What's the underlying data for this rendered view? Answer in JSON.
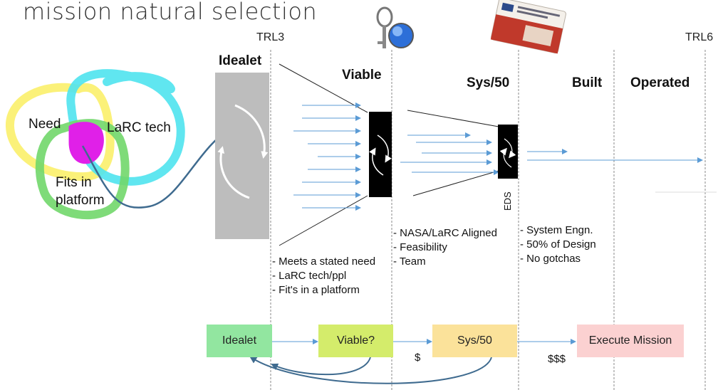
{
  "title": "mission natural selection",
  "trl": {
    "left": "TRL3",
    "right": "TRL6"
  },
  "stages": [
    {
      "label": "Idealet"
    },
    {
      "label": "Viable"
    },
    {
      "label": "Sys/50"
    },
    {
      "label": "Built"
    },
    {
      "label": "Operated"
    }
  ],
  "venn": {
    "need": "Need",
    "tech": "LaRC tech",
    "fits_line1": "Fits in",
    "fits_line2": "platform"
  },
  "eds_label": "EDS",
  "criteria": {
    "viable": [
      "- Meets a stated need",
      "- LaRC tech/ppl",
      "- Fit's in a platform"
    ],
    "sys50": [
      "- NASA/LaRC Aligned",
      "- Feasibility",
      "- Team"
    ],
    "built": [
      "- System Engn.",
      "- 50% of Design",
      "- No gotchas"
    ]
  },
  "flow": {
    "boxes": [
      {
        "label": "Idealet",
        "color": "#92e6a0"
      },
      {
        "label": "Viable?",
        "color": "#d4ec6b"
      },
      {
        "label": "Sys/50",
        "color": "#fbe29a"
      },
      {
        "label": "Execute Mission",
        "color": "#fbd1d1"
      }
    ],
    "money_small": "$",
    "money_large": "$$$"
  },
  "colors": {
    "arrow": "#5b9bd5",
    "curve": "#3f6b8f",
    "idealet_block": "#bdbdbd",
    "need_circle": "#fbf06a",
    "tech_circle": "#4fe3ee",
    "fits_circle": "#71d76a",
    "overlap": "#e020e8"
  },
  "icons": [
    "keys-globe-icon",
    "id-card-icon"
  ]
}
